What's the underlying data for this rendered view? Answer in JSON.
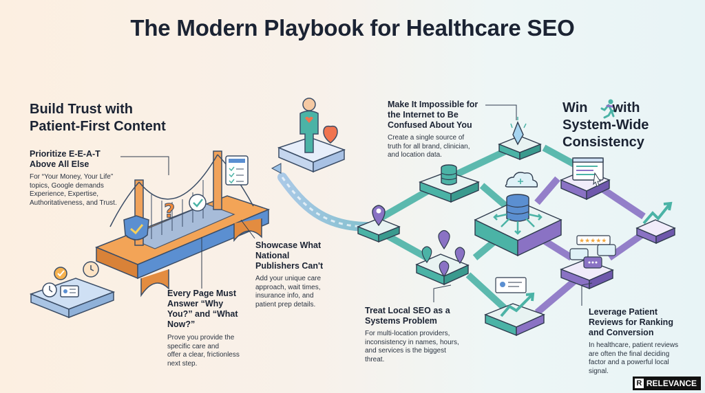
{
  "title": "The Modern Playbook for Healthcare SEO",
  "left_heading": [
    "Build Trust with",
    "Patient-First Content"
  ],
  "right_heading": {
    "prefix": "Win",
    "line2": "System-Wide",
    "line3": "Consistency"
  },
  "sections": {
    "eeat": {
      "title": [
        "Prioritize E-E-A-T",
        "Above All Else"
      ],
      "body": [
        "For “Your Money, Your Life”",
        "topics, Google demands",
        "Experience, Expertise,",
        "Authoritativeness, and Trust."
      ]
    },
    "why_you": {
      "title": [
        "Every Page Must",
        "Answer “Why",
        "You?” and “What",
        "Now?”"
      ],
      "body": [
        "Prove you provide the",
        "specific care and",
        "offer a clear, frictionless",
        "next step."
      ]
    },
    "showcase": {
      "title": [
        "Showcase What",
        "National",
        "Publishers Can't"
      ],
      "body": [
        "Add your unique care",
        "approach, wait times,",
        "insurance info, and",
        "patient prep details."
      ]
    },
    "impossible": {
      "title": [
        "Make It Impossible for",
        "the Internet to Be",
        "Confused About You"
      ],
      "body": [
        "Create a single source of",
        "truth for all brand, clinician,",
        "and location data."
      ]
    },
    "local_seo": {
      "title": [
        "Treat Local SEO as a",
        "Systems Problem"
      ],
      "body": [
        "For multi-location providers,",
        "inconsistency in names, hours,",
        "and services is the biggest",
        "threat."
      ]
    },
    "reviews": {
      "title": [
        "Leverage Patient",
        "Reviews for Ranking",
        "and Conversion"
      ],
      "body": [
        "In healthcare, patient reviews",
        "are often the final deciding",
        "factor and a powerful local",
        "signal."
      ]
    }
  },
  "logo": {
    "mark": "R",
    "text": "RELEVANCE"
  },
  "colors": {
    "orange": "#ee9a4a",
    "blue": "#5b8fd1",
    "teal": "#4bb3a6",
    "purple": "#8a72c4",
    "dark": "#1b2333"
  }
}
